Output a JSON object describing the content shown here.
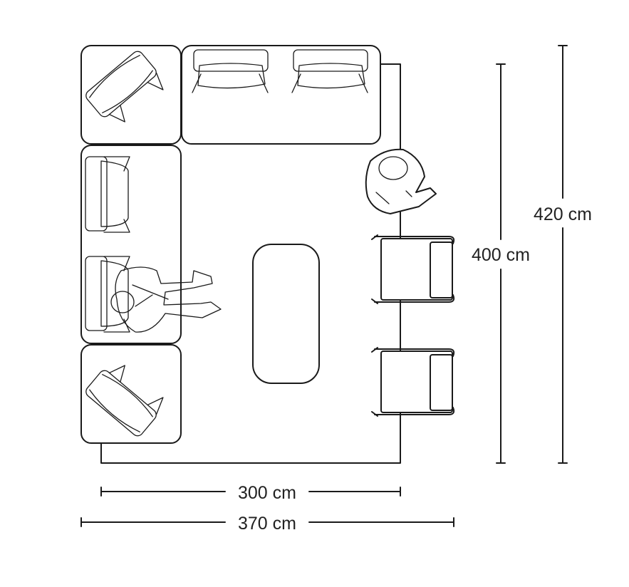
{
  "dimensions": {
    "rug_width": "300 cm",
    "total_width": "370 cm",
    "rug_depth": "400 cm",
    "total_depth": "420 cm"
  }
}
